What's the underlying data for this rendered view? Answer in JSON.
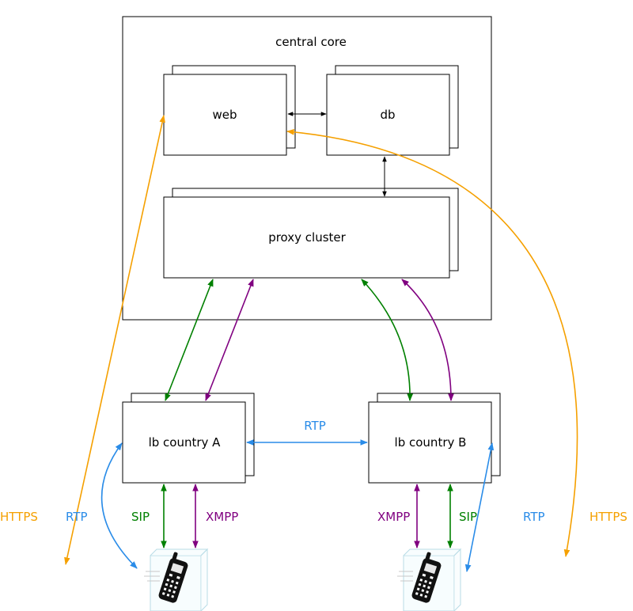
{
  "core": {
    "title": "central core"
  },
  "nodes": {
    "web": "web",
    "db": "db",
    "proxy": "proxy cluster",
    "lb_a": "lb country A",
    "lb_b": "lb country B"
  },
  "labels": {
    "rtp_mid": "RTP",
    "https_left": "HTTPS",
    "rtp_left": "RTP",
    "sip_left": "SIP",
    "xmpp_left": "XMPP",
    "xmpp_right": "XMPP",
    "sip_right": "SIP",
    "rtp_right": "RTP",
    "https_right": "HTTPS"
  },
  "colors": {
    "sip": "#008000",
    "xmpp": "#800080",
    "rtp": "#2a8ce8",
    "https": "#f5a000",
    "internal": "#000000"
  },
  "icons": {
    "client": "mobile-phone-icon"
  }
}
